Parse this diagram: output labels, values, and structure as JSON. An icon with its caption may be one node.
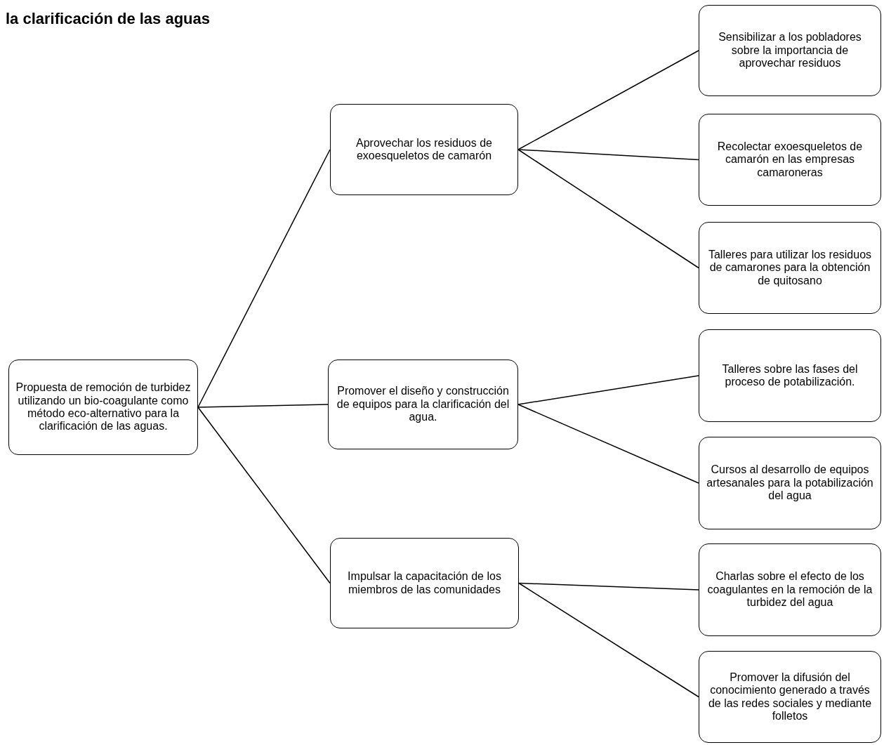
{
  "diagram": {
    "title": "la clarificación de las aguas",
    "nodes": [
      {
        "text": [
          "Propuesta de remoción de turbidez utilizando un bio-coagulante como método eco-alternativo para la clarificación de las aguas."
        ]
      },
      {
        "text": [
          "Aprovechar los residuos de exoesqueletos de camarón"
        ]
      },
      {
        "text": [
          "Promover el diseño y construcción de equipos para la clarificación del agua."
        ]
      },
      {
        "text": [
          "Impulsar la capacitación de los miembros de las comunidades"
        ]
      },
      {
        "text": [
          "Sensibilizar a los pobladores sobre la importancia de aprovechar residuos"
        ]
      },
      {
        "text": [
          "Recolectar exoesqueletos de camarón en las empresas camaroneras"
        ]
      },
      {
        "text": [
          "Talleres para utilizar los residuos de camarones para la obtención de quitosano"
        ]
      },
      {
        "text": [
          "Talleres sobre las fases del proceso de potabilización."
        ]
      },
      {
        "text": [
          "Cursos al desarrollo de equipos artesanales para la potabilización del agua"
        ]
      },
      {
        "text": [
          "Charlas sobre el efecto de los coagulantes en la remoción de la turbidez del agua"
        ]
      },
      {
        "text": [
          "Promover la difusión del conocimiento generado a través de las redes sociales y mediante folletos"
        ]
      }
    ],
    "edges": [
      {
        "from": 0,
        "to": 1,
        "arrow": "none"
      },
      {
        "from": 0,
        "to": 2,
        "arrow": "none"
      },
      {
        "from": 0,
        "to": 3,
        "arrow": "none"
      },
      {
        "from": 1,
        "to": 4,
        "arrow": "none"
      },
      {
        "from": 1,
        "to": 5,
        "arrow": "none"
      },
      {
        "from": 1,
        "to": 6,
        "arrow": "none"
      },
      {
        "from": 2,
        "to": 7,
        "arrow": "none"
      },
      {
        "from": 2,
        "to": 8,
        "arrow": "none"
      },
      {
        "from": 3,
        "to": 9,
        "arrow": "none"
      },
      {
        "from": 3,
        "to": 10,
        "arrow": "none"
      }
    ]
  }
}
